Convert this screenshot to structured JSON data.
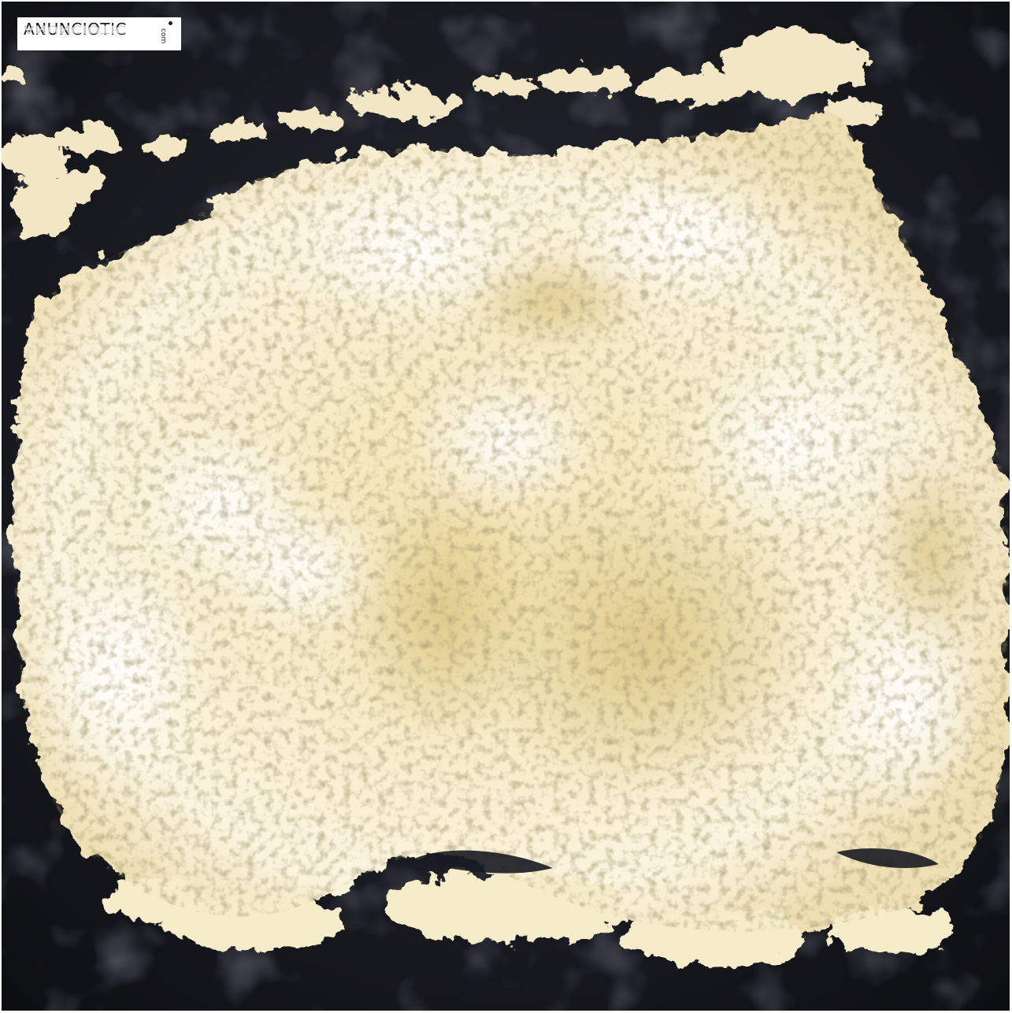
{
  "image": {
    "subject": "pile of pale yellow crystalline powder on a dark surface",
    "colors": {
      "background": "#15161b",
      "powder_light": "#fbf5e2",
      "powder_mid": "#f1e2b5",
      "powder_shadow": "#d8c48a"
    }
  },
  "watermark": {
    "brand": "ANUNCIOTIC",
    "suffix": "com"
  }
}
